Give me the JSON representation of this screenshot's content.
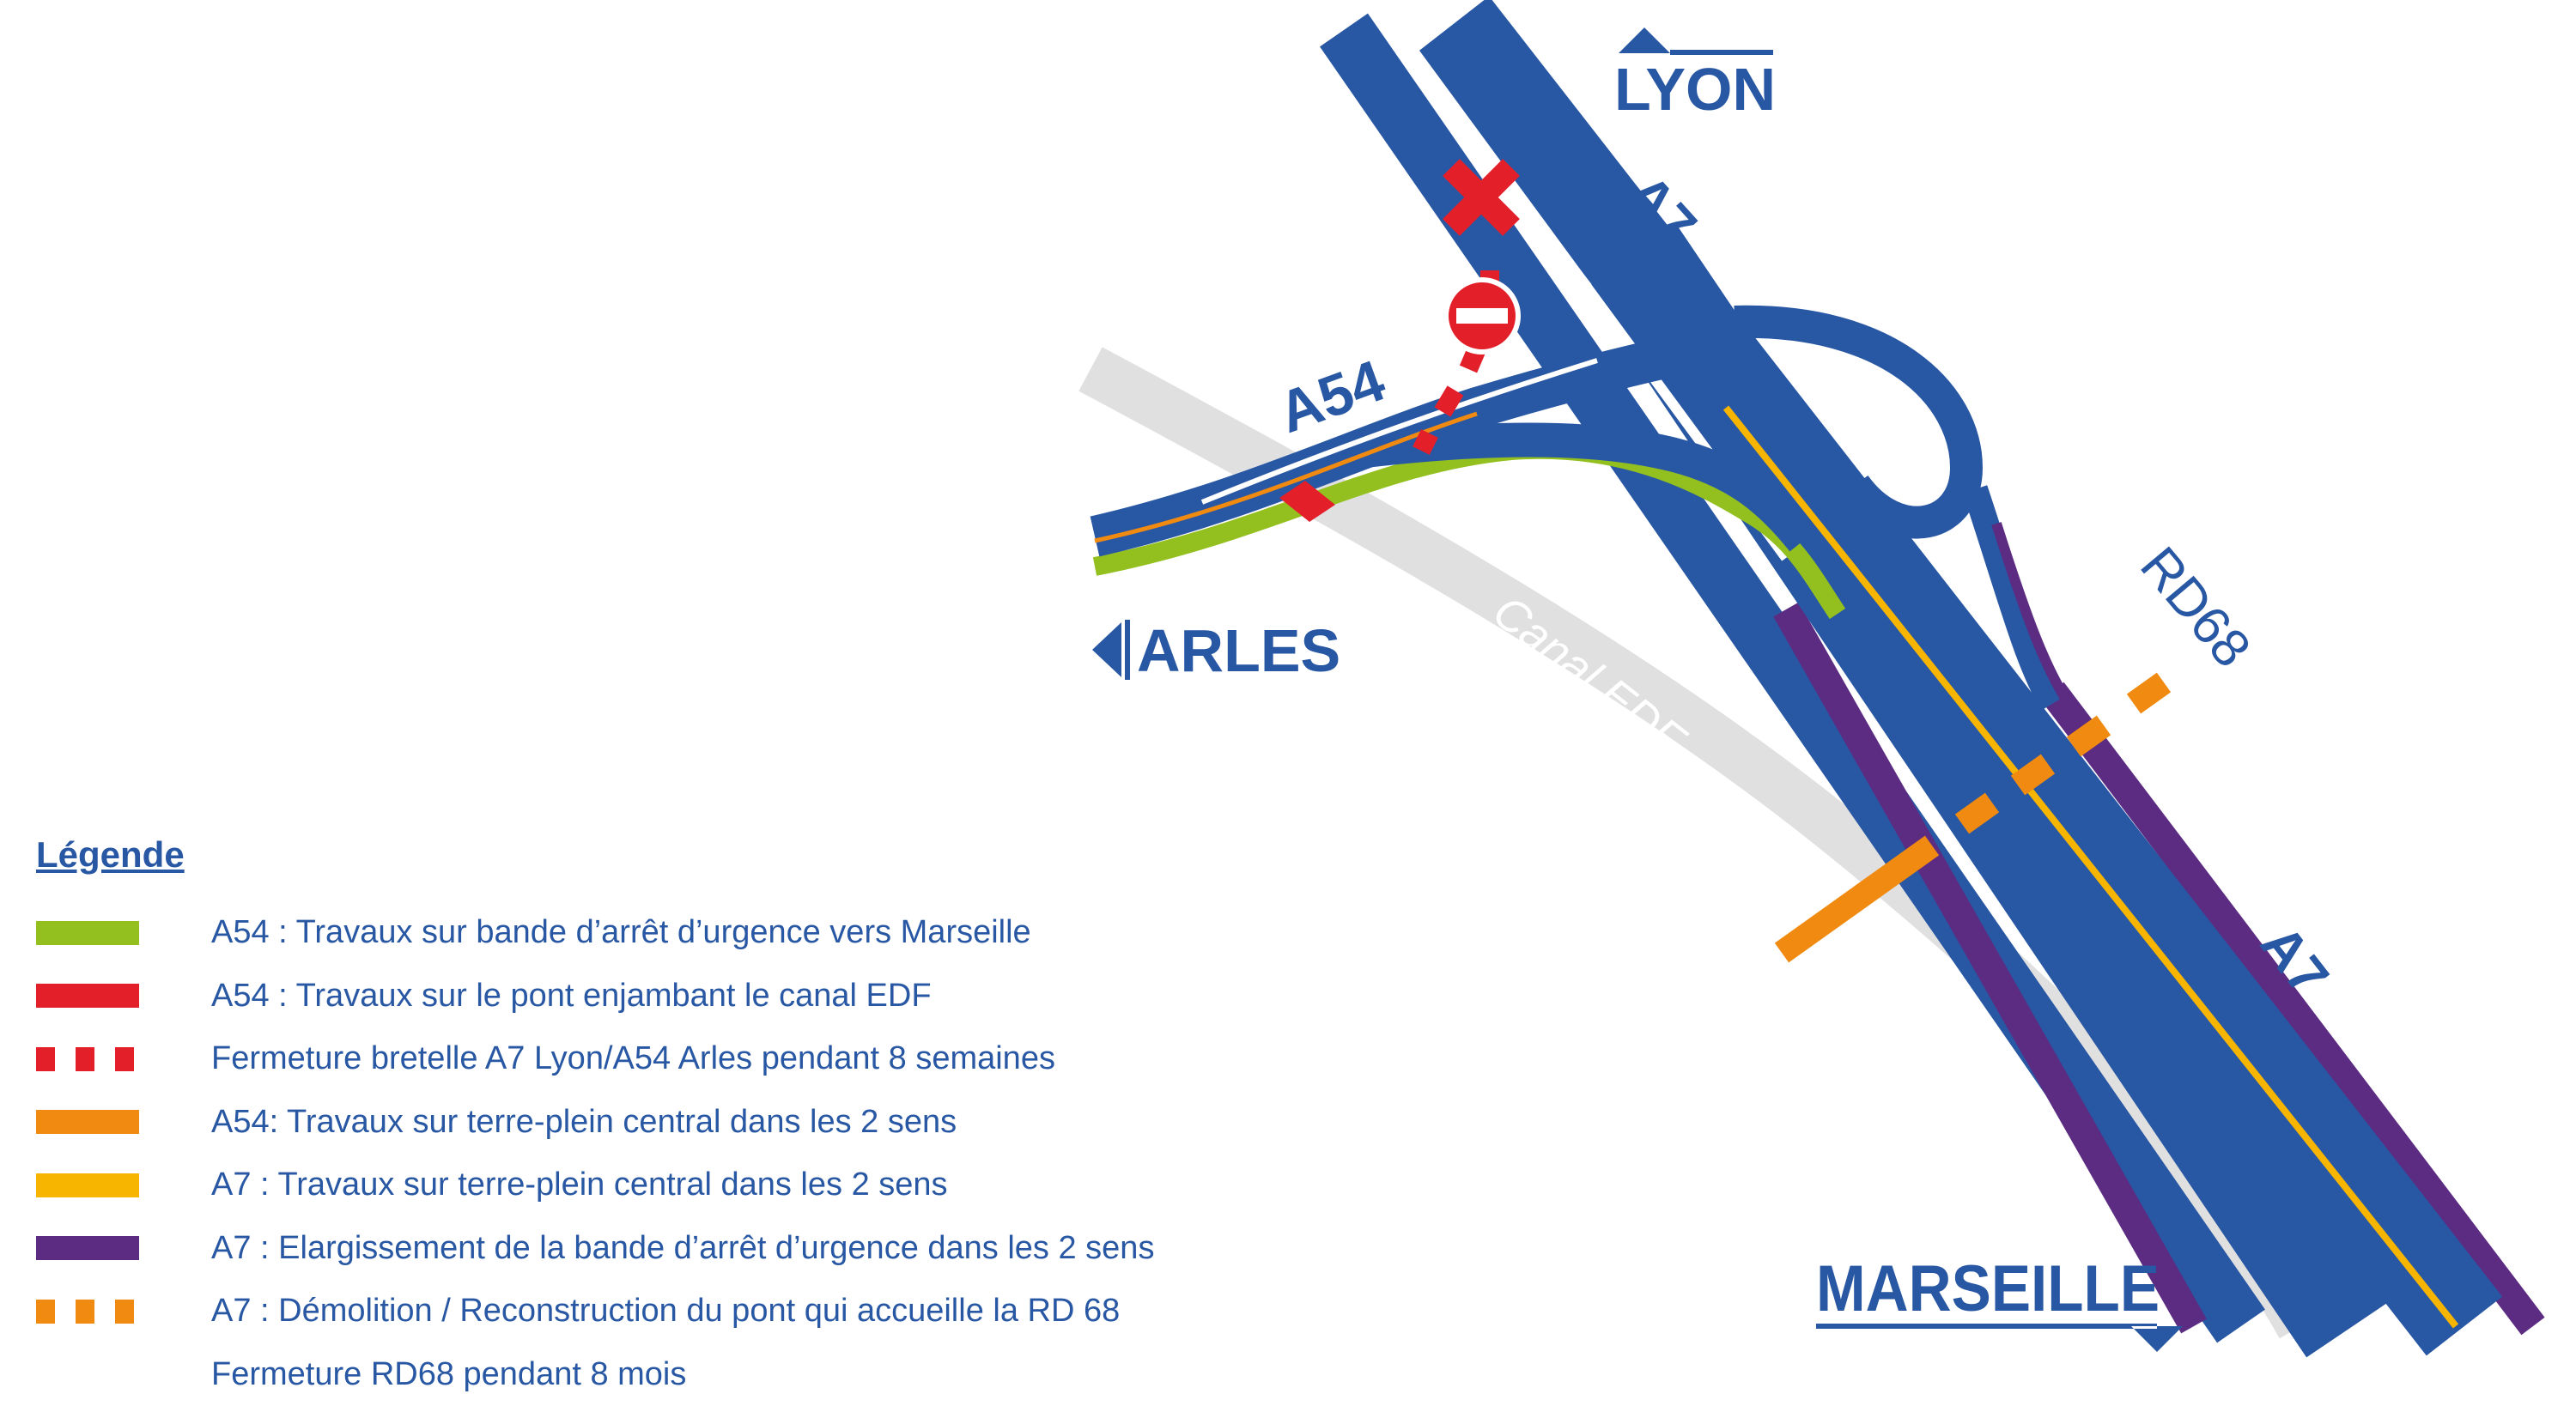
{
  "map": {
    "cities": {
      "north": "LYON",
      "west": "ARLES",
      "south": "MARSEILLE"
    },
    "roads": {
      "a7_north": "A7",
      "a7_south": "A7",
      "a54": "A54",
      "rd68": "RD68"
    },
    "canal": "Canal EDF"
  },
  "colors": {
    "road": "#2857a4",
    "canal": "#e0e0e0",
    "green": "#93c01f",
    "red": "#e3202a",
    "orange": "#f08a10",
    "yellow": "#f7b500",
    "purple": "#5b2c82"
  },
  "legend": {
    "title": "Légende",
    "items": [
      {
        "label": "A54 : Travaux sur bande d’arrêt d’urgence vers Marseille",
        "color": "#93c01f",
        "style": "solid"
      },
      {
        "label": "A54 : Travaux sur le pont enjambant le canal EDF",
        "color": "#e3202a",
        "style": "solid"
      },
      {
        "label": "Fermeture bretelle A7 Lyon/A54 Arles pendant 8 semaines",
        "color": "#e3202a",
        "style": "dotted"
      },
      {
        "label": "A54: Travaux sur terre-plein central dans les 2 sens",
        "color": "#f08a10",
        "style": "solid"
      },
      {
        "label": "A7 : Travaux sur terre-plein central dans les 2 sens",
        "color": "#f7b500",
        "style": "solid"
      },
      {
        "label": "A7 : Elargissement de  la bande d’arrêt d’urgence dans les 2 sens",
        "color": "#5b2c82",
        "style": "solid"
      },
      {
        "label": "A7 : Démolition / Reconstruction  du pont qui accueille la RD 68",
        "color": "#f08a10",
        "style": "dotted"
      },
      {
        "label": "Fermeture RD68 pendant 8 mois",
        "color": "",
        "style": "none"
      }
    ]
  }
}
